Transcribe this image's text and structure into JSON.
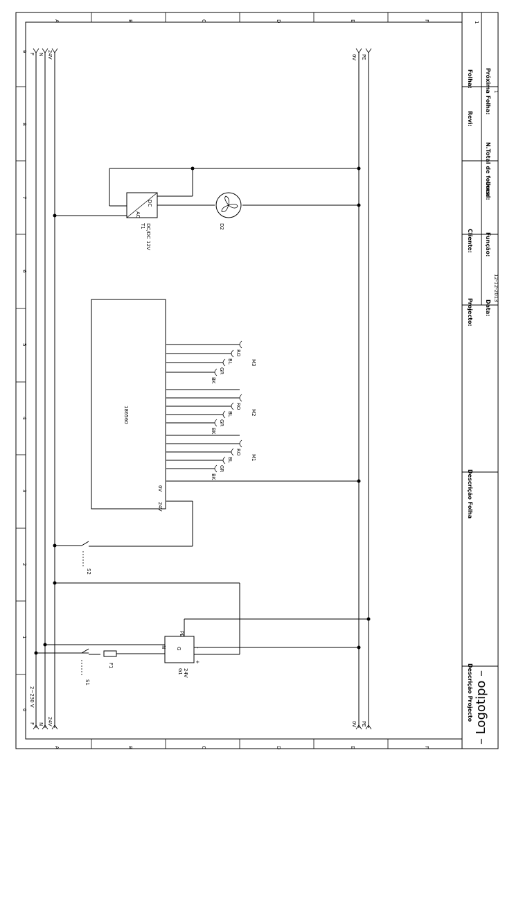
{
  "border": {
    "rows": [
      "A",
      "B",
      "C",
      "D",
      "E",
      "F"
    ],
    "cols": [
      "0",
      "1",
      "2",
      "3",
      "4",
      "5",
      "6",
      "7",
      "8",
      "9"
    ]
  },
  "buses": {
    "top_left": [
      "F",
      "N",
      "24V"
    ],
    "top_right": [
      "0V",
      "PE"
    ],
    "bottom_left": [
      "F",
      "N",
      "24V"
    ],
    "bottom_right": [
      "0V",
      "PE"
    ],
    "supply": "2~230 V"
  },
  "components": {
    "s1": "S1",
    "f1": "F1",
    "g1": "G1",
    "g1_voltage": "24V",
    "g1_box": "G",
    "g1_n": "N",
    "g1_pe": "PE",
    "g1_plus": "+",
    "g1_minus": "-",
    "s2": "S2",
    "t1": "T1",
    "t1_type": "DC/DC 12V",
    "t1_ac": "AC",
    "t1_dc": "DC",
    "d2": "D2",
    "controller": "186560",
    "controller_24v": "24V",
    "controller_0v": "0V"
  },
  "motors": [
    {
      "name": "M1",
      "pins": [
        "BK",
        "GR",
        "BL",
        "RO"
      ]
    },
    {
      "name": "M2",
      "pins": [
        "BK",
        "GR",
        "BL",
        "RO"
      ]
    },
    {
      "name": "M3",
      "pins": [
        "BK",
        "GR",
        "BL",
        "RO"
      ]
    }
  ],
  "title_block": {
    "logo": "– Logotipo –",
    "descricao_projecto": "Descrição Projecto",
    "descricao_folha": "Descrição Folha",
    "projecto": "Projecto:",
    "data_label": "Data:",
    "data_value": "12-12-2013",
    "cliente": "Cliente:",
    "funcao": "Função:",
    "local": "Local:",
    "revi": "Revi:",
    "n_total": "N.Total de folhas:",
    "n_total_value": "1",
    "folha": "Folha:",
    "folha_value": "1",
    "proxima": "Próxima Folha:"
  }
}
